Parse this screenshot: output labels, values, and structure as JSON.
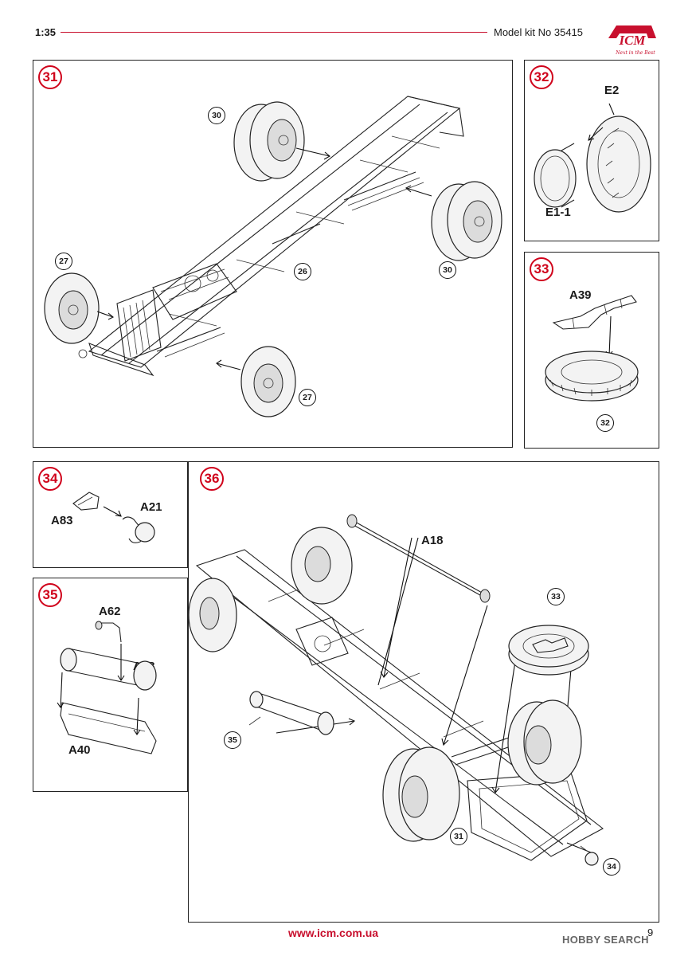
{
  "header": {
    "scale": "1:35",
    "model_kit": "Model kit No 35415",
    "logo_text": "ICM",
    "logo_tagline": "Next in the Best"
  },
  "steps": {
    "s31": {
      "number": "31",
      "refs": [
        "30",
        "30",
        "27",
        "27",
        "26"
      ]
    },
    "s32": {
      "number": "32",
      "parts": [
        "E2",
        "E1-1"
      ]
    },
    "s33": {
      "number": "33",
      "parts": [
        "A39"
      ],
      "refs": [
        "32"
      ]
    },
    "s34": {
      "number": "34",
      "parts": [
        "A83",
        "A21"
      ]
    },
    "s35": {
      "number": "35",
      "parts": [
        "A62",
        "A48",
        "A40"
      ]
    },
    "s36": {
      "number": "36",
      "parts": [
        "A18"
      ],
      "refs": [
        "33",
        "35",
        "31",
        "34"
      ]
    }
  },
  "footer": {
    "url": "www.icm.com.ua",
    "page": "9",
    "watermark": "HOBBY SEARCH"
  },
  "colors": {
    "accent": "#c8102e",
    "step_circle": "#d0021b"
  }
}
